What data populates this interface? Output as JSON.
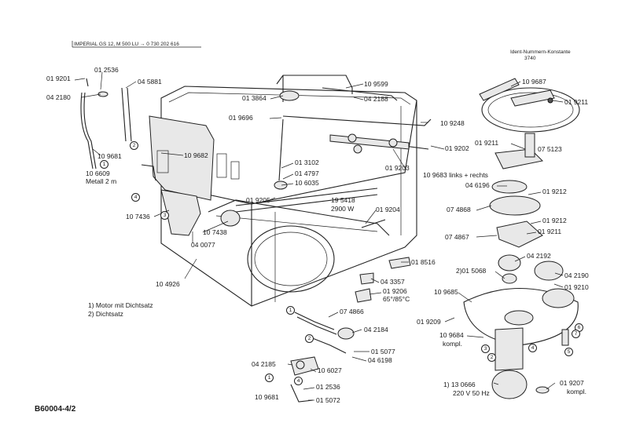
{
  "header": {
    "model": "IMPERIAL  GS 12, M 500 LU → 0 730 202 616",
    "ident_label": "Ident-Nummern-Konstante",
    "ident_value": "3740"
  },
  "footer": {
    "code": "B60004-4/2",
    "note_1": "1) Motor mit Dichtsatz",
    "note_2": "2) Dichtsatz"
  },
  "labels": {
    "l_01_9201": "01 9201",
    "l_01_2536_top": "01 2536",
    "l_04_5881": "04 5881",
    "l_04_2180": "04 2180",
    "l_10_9681_left": "10 9681",
    "l_10_6609": "10 6609",
    "l_metall": "Metall 2 m",
    "l_10_9682": "10 9682",
    "l_10_7436": "10 7436",
    "l_04_0077": "04 0077",
    "l_10_7438": "10 7438",
    "l_10_4926": "10 4926",
    "l_01_3864": "01 3864",
    "l_01_9696": "01 9696",
    "l_10_9599": "10 9599",
    "l_04_2188": "04 2188",
    "l_10_9248": "10 9248",
    "l_01_3102": "01 3102",
    "l_01_4797": "01 4797",
    "l_10_6035": "10 6035",
    "l_01_9205": "01 9205",
    "l_19_5418": "19 5418",
    "l_2900w": "2900 W",
    "l_01_9204": "01 9204",
    "l_01_9202": "01 9202",
    "l_01_9203": "01 9203",
    "l_10_9683": "10 9683 links + rechts",
    "l_01_8516": "01 8516",
    "l_04_3357": "04 3357",
    "l_01_9206": "01 9206",
    "l_temp": "65°/85°C",
    "l_07_4866": "07 4866",
    "l_04_2184": "04 2184",
    "l_01_5077": "01 5077",
    "l_04_6198": "04 6198",
    "l_04_2185": "04 2185",
    "l_10_6027": "10 6027",
    "l_01_2536_bot": "01 2536",
    "l_10_9681_bot": "10 9681",
    "l_01_5072": "01 5072",
    "l_10_9687": "10 9687",
    "l_01_9211_a": "01 9211",
    "l_01_9211_b": "01 9211",
    "l_07_5123": "07 5123",
    "l_04_6196": "04 6196",
    "l_01_9212_a": "01 9212",
    "l_07_4868": "07 4868",
    "l_01_9212_b": "01 9212",
    "l_07_4867": "07 4867",
    "l_01_9211_c": "01 9211",
    "l_04_2192": "04 2192",
    "l_01_5068": "2)01 5068",
    "l_04_2190": "04 2190",
    "l_01_9210": "01 9210",
    "l_10_9685": "10 9685",
    "l_01_9209": "01 9209",
    "l_10_9684": "10 9684",
    "l_kompl_a": "kompl.",
    "l_13_0666": "1) 13 0666",
    "l_220v": "220 V 50 Hz",
    "l_01_9207": "01 9207",
    "l_kompl_b": "kompl."
  },
  "callouts": {
    "c1_a": "1",
    "c2_a": "2",
    "c4_a": "4",
    "c3_a": "3",
    "c1_b": "1",
    "c2_b": "2",
    "c4_b": "4",
    "c6": "6",
    "c4_c": "4",
    "c7": "7",
    "c5": "5",
    "c3_b": "3",
    "c2_c": "2",
    "c1_c": "1"
  }
}
